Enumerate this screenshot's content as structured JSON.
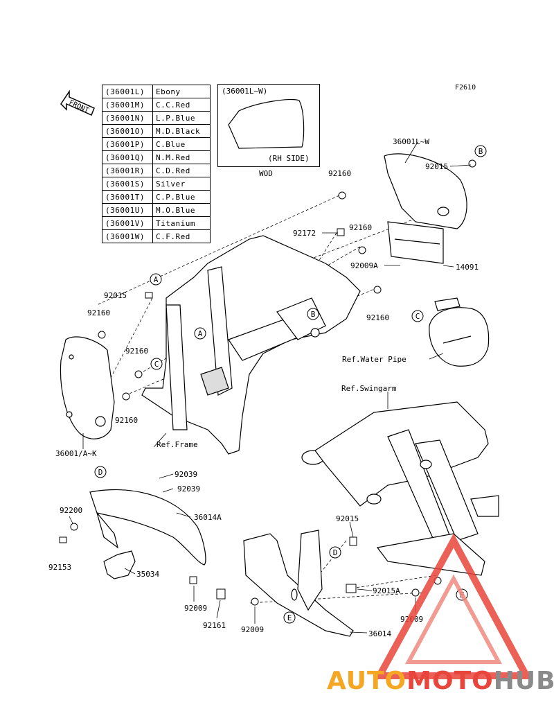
{
  "figure_code": "F2610",
  "front_label": "FRONT",
  "color_table": [
    {
      "code": "(36001L)",
      "color": "Ebony"
    },
    {
      "code": "(36001M)",
      "color": "C.C.Red"
    },
    {
      "code": "(36001N)",
      "color": "L.P.Blue"
    },
    {
      "code": "(36001O)",
      "color": "M.D.Black"
    },
    {
      "code": "(36001P)",
      "color": "C.Blue"
    },
    {
      "code": "(36001Q)",
      "color": "N.M.Red"
    },
    {
      "code": "(36001R)",
      "color": "C.D.Red"
    },
    {
      "code": "(36001S)",
      "color": "Silver"
    },
    {
      "code": "(36001T)",
      "color": "C.P.Blue"
    },
    {
      "code": "(36001U)",
      "color": "M.O.Blue"
    },
    {
      "code": "(36001V)",
      "color": "Titanium"
    },
    {
      "code": "(36001W)",
      "color": "C.F.Red"
    }
  ],
  "callout": {
    "title": "(36001L~W)",
    "side": "(RH SIDE)",
    "note": "WOD"
  },
  "labels": {
    "p36001LW": "36001L~W",
    "p92015_top": "92015",
    "p92160_top": "92160",
    "p92172": "92172",
    "p92160_mid": "92160",
    "p92009A": "92009A",
    "p14091": "14091",
    "p92160_right": "92160",
    "p92015_left": "92015",
    "p92160_left": "92160",
    "p92160_l2": "92160",
    "p92160_l3": "92160",
    "p36001AK": "36001/A~K",
    "ref_water": "Ref.Water Pipe",
    "ref_swing": "Ref.Swingarm",
    "ref_frame": "Ref.Frame",
    "p92039_a": "92039",
    "p92039_b": "92039",
    "p92200": "92200",
    "p36014A": "36014A",
    "p92153": "92153",
    "p35034": "35034",
    "p92015_low": "92015",
    "p92009_a": "92009",
    "p92161": "92161",
    "p92009_b": "92009",
    "p36014": "36014",
    "p92015A": "92015A",
    "p92009_c": "92009"
  },
  "refs": {
    "A": "A",
    "B": "B",
    "C": "C",
    "D": "D",
    "E": "E"
  },
  "watermark": {
    "part1": "AUTO",
    "part2": "MOTO",
    "part3": "HUB"
  },
  "colors": {
    "line": "#000000",
    "watermark_orange": "#f5a623",
    "watermark_red": "#e8463c",
    "watermark_gray": "#8a8a8a"
  }
}
